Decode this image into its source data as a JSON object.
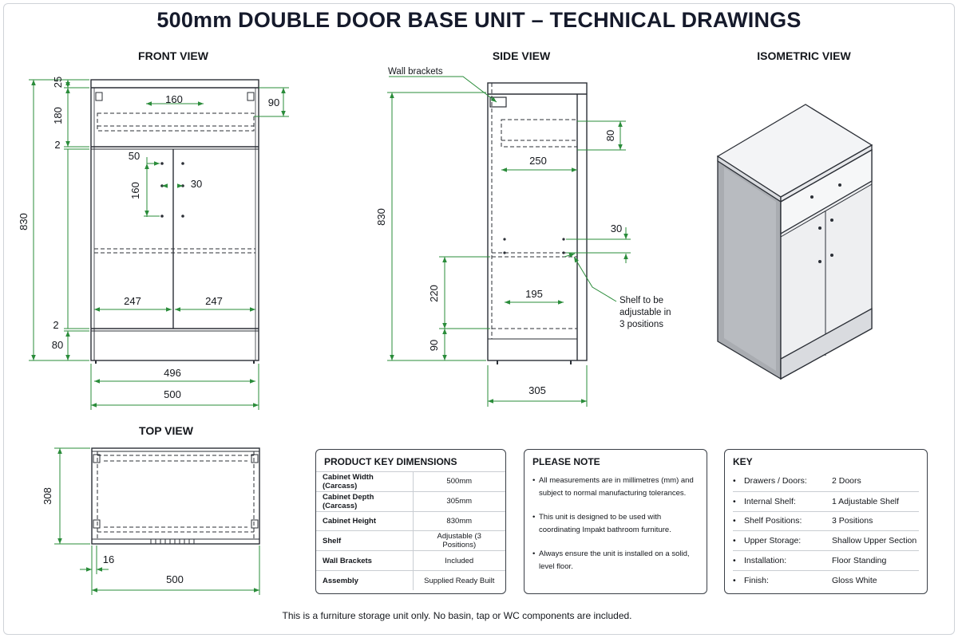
{
  "title": "500mm DOUBLE DOOR BASE UNIT – TECHNICAL DRAWINGS",
  "views": {
    "front": "FRONT VIEW",
    "side": "SIDE VIEW",
    "isometric": "ISOMETRIC VIEW",
    "top": "TOP VIEW"
  },
  "front_dims": {
    "top_board": "25",
    "upper_section": "180",
    "gap_top": "2",
    "total_height": "830",
    "gap_bottom": "2",
    "plinth": "80",
    "inner_width": "160",
    "upper_depth": "90",
    "handle_offset": "50",
    "handle_height": "160",
    "handle_spacing": "30",
    "door_left": "247",
    "door_right": "247",
    "carcass_inner": "496",
    "carcass_width": "500"
  },
  "side_dims": {
    "wall_brackets": "Wall brackets",
    "height": "830",
    "upper_depth": "80",
    "inner_depth": "250",
    "shelf_offset": "30",
    "shelf_height": "220",
    "shelf_depth": "195",
    "plinth": "90",
    "depth": "305",
    "shelf_note": [
      "Shelf to be",
      "adjustable in",
      "3 positions"
    ]
  },
  "top_dims": {
    "depth": "308",
    "side_offset": "16",
    "width": "500"
  },
  "key_dimensions": {
    "heading": "PRODUCT KEY DIMENSIONS",
    "rows": [
      {
        "label": "Cabinet Width (Carcass)",
        "value": "500mm"
      },
      {
        "label": "Cabinet Depth (Carcass)",
        "value": "305mm"
      },
      {
        "label": "Cabinet Height",
        "value": "830mm"
      },
      {
        "label": "Shelf",
        "value": "Adjustable (3 Positions)"
      },
      {
        "label": "Wall Brackets",
        "value": "Included"
      },
      {
        "label": "Assembly",
        "value": "Supplied Ready Built"
      }
    ]
  },
  "please_note": {
    "heading": "PLEASE NOTE",
    "items": [
      "All measurements are in millimetres (mm) and subject to normal manufacturing tolerances.",
      "This unit is designed to be used with coordinating Impakt bathroom furniture.",
      "Always ensure the unit is installed on a solid, level floor."
    ]
  },
  "key": {
    "heading": "KEY",
    "rows": [
      {
        "label": "Drawers / Doors:",
        "value": "2 Doors"
      },
      {
        "label": "Internal Shelf:",
        "value": "1 Adjustable Shelf"
      },
      {
        "label": "Shelf Positions:",
        "value": "3 Positions"
      },
      {
        "label": "Upper Storage:",
        "value": "Shallow Upper Section"
      },
      {
        "label": "Installation:",
        "value": "Floor Standing"
      },
      {
        "label": "Finish:",
        "value": "Gloss White"
      }
    ]
  },
  "footer": "This is a furniture storage unit only. No basin, tap or WC components are included.",
  "colors": {
    "dimension": "#2a8c3a",
    "outline": "#2b2f36",
    "text": "#14171c"
  }
}
